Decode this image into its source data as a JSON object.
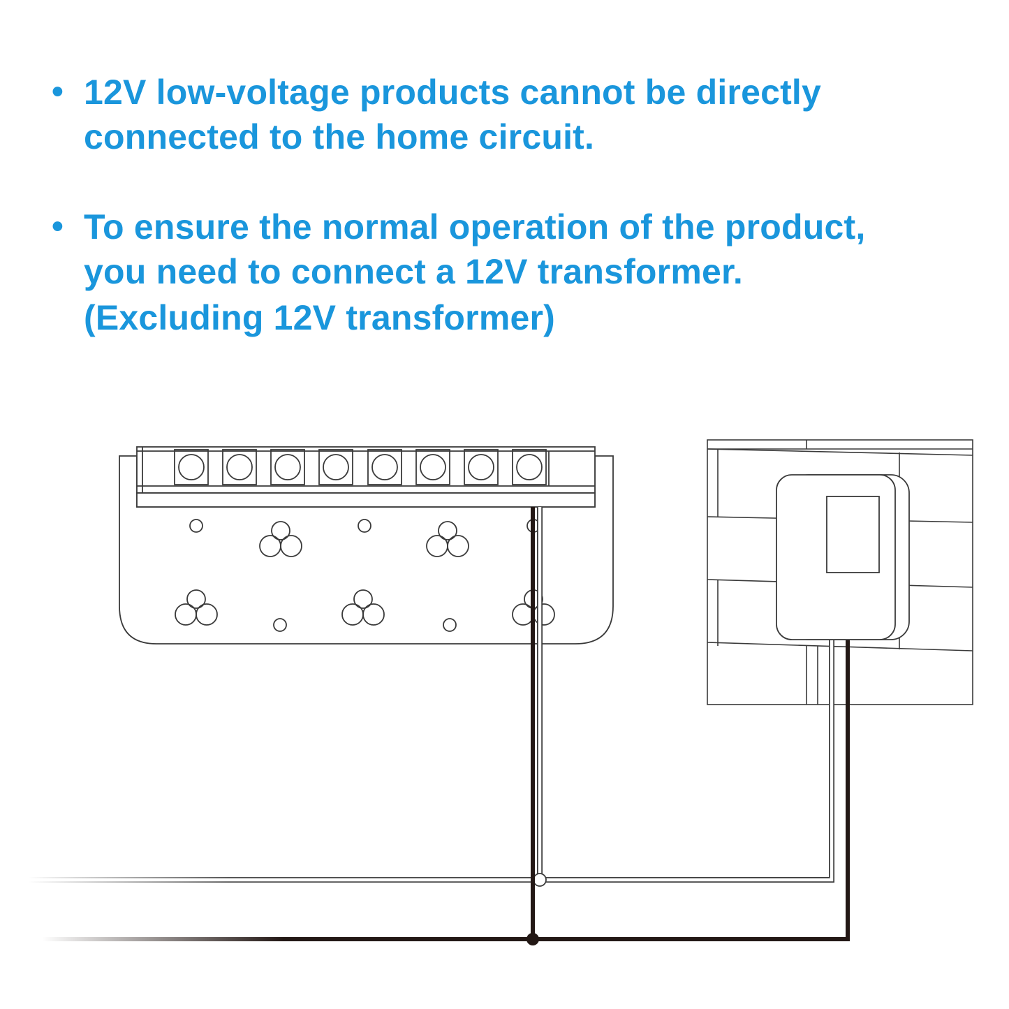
{
  "colors": {
    "text_accent": "#1a96dc",
    "line": "#3a3a3a",
    "wire_dark": "#231815",
    "background": "#ffffff"
  },
  "notes": [
    {
      "bullet": "•",
      "lines": [
        "12V low-voltage products cannot be directly",
        "connected to the home circuit."
      ]
    },
    {
      "bullet": "•",
      "lines": [
        "To ensure the normal operation of the product,",
        "you need to connect a 12V transformer.",
        "(Excluding 12V transformer)"
      ]
    }
  ],
  "diagram": {
    "components": [
      {
        "name": "light-fixture",
        "icon": "light-bar-icon",
        "lamps": 8
      },
      {
        "name": "brick-wall",
        "icon": "brick-wall-icon"
      },
      {
        "name": "transformer",
        "icon": "transformer-box-icon"
      }
    ],
    "wires": [
      "white-wire",
      "black-wire"
    ]
  }
}
